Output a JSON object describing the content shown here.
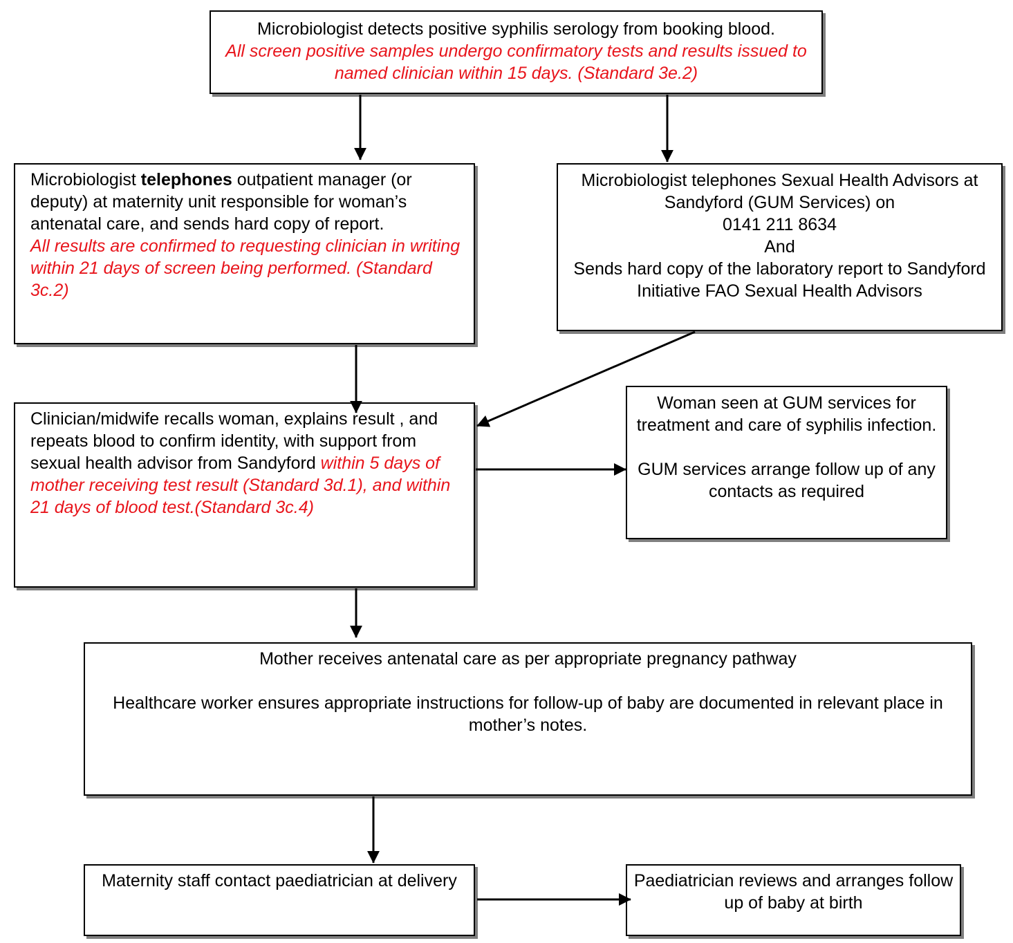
{
  "colors": {
    "text": "#000000",
    "standard_text": "#e8141b",
    "border": "#000000",
    "shadow": "#7f7f7f"
  },
  "boxes": {
    "detection": {
      "line1": "Microbiologist detects positive syphilis serology from booking blood.",
      "standard": "All screen positive samples undergo confirmatory tests and results issued to named clinician within 15 days.  (Standard 3e.2)"
    },
    "maternity_call": {
      "text_before": "Microbiologist ",
      "text_bold": "telephones",
      "text_after": " outpatient manager (or deputy) at maternity unit responsible for woman’s antenatal care, and sends hard copy of report.",
      "standard": "All results are confirmed to requesting clinician in writing within 21 days of screen being performed. (Standard 3c.2)"
    },
    "sandyford_call": {
      "line1": "Microbiologist telephones Sexual Health Advisors at Sandyford (GUM Services) on",
      "line2": "0141 211 8634",
      "line3": "And",
      "line4": "Sends hard copy of the laboratory report to Sandyford Initiative FAO Sexual Health Advisors"
    },
    "recall": {
      "text": "Clinician/midwife recalls woman, explains result , and repeats blood to confirm identity, with support from sexual health advisor from Sandyford ",
      "standard": "within 5 days of mother receiving test result (Standard 3d.1), and within 21 days of blood test.(Standard 3c.4)"
    },
    "gum": {
      "para1": "Woman seen at GUM services for treatment and care of syphilis infection.",
      "para2": "GUM services arrange follow up of any contacts as required"
    },
    "antenatal": {
      "para1": "Mother receives antenatal care as per appropriate pregnancy pathway",
      "para2": "Healthcare worker ensures appropriate instructions for follow-up of baby are documented in relevant place in mother’s notes."
    },
    "paediatrician_contact": {
      "text": "Maternity staff contact paediatrician at delivery"
    },
    "paediatrician_review": {
      "text": "Paediatrician reviews and arranges follow up of baby at birth"
    }
  }
}
